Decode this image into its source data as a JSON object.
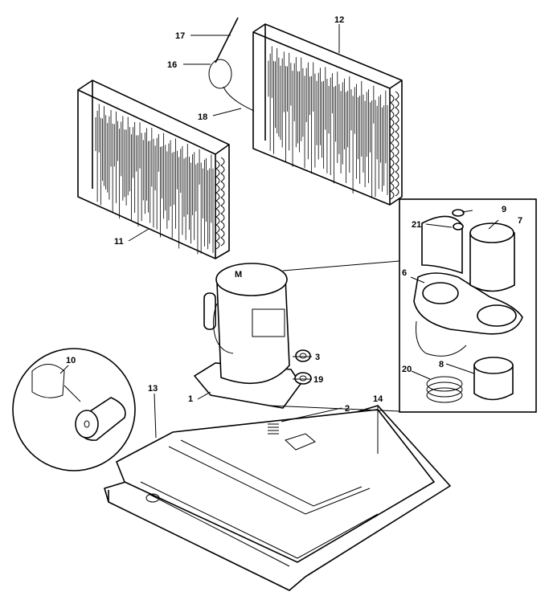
{
  "callouts": {
    "p1": "1",
    "p2": "2",
    "p3": "3",
    "p6": "6",
    "p7": "7",
    "p8": "8",
    "p9": "9",
    "p10": "10",
    "p11": "11",
    "p12": "12",
    "p13": "13",
    "p14": "14",
    "p16": "16",
    "p17": "17",
    "p18": "18",
    "p19": "19",
    "p20": "20",
    "p21": "21"
  }
}
